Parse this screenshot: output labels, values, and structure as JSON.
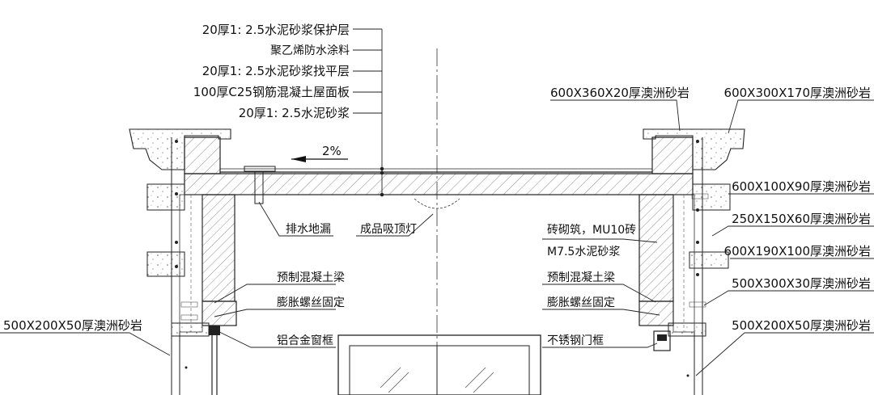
{
  "layer_labels": [
    "20厚1: 2.5水泥砂浆保护层",
    "聚乙烯防水涂料",
    "20厚1: 2.5水泥砂浆找平层",
    "100厚C25钢筋混凝土屋面板",
    "20厚1: 2.5水泥砂浆"
  ],
  "slope": "2%",
  "left_labels": {
    "drain": "排水地漏",
    "light": "成品吸顶灯",
    "beam": "预制混凝土梁",
    "bolt": "膨胀螺丝固定",
    "window": "铝合金窗框",
    "stone_left": "500X200X50厚澳洲砂岩"
  },
  "right_labels": {
    "brick_1": "砖砌筑，MU10砖",
    "brick_2": "M7.5水泥砂浆",
    "beam": "预制混凝土梁",
    "bolt": "膨胀螺丝固定",
    "door": "不锈钢门框"
  },
  "stone_labels": [
    "600X360X20厚澳洲砂岩",
    "600X300X170厚澳洲砂岩",
    "600X100X90厚澳洲砂岩",
    "250X150X60厚澳洲砂岩",
    "600X190X100厚澳洲砂岩",
    "500X300X30厚澳洲砂岩",
    "500X200X50厚澳洲砂岩"
  ]
}
